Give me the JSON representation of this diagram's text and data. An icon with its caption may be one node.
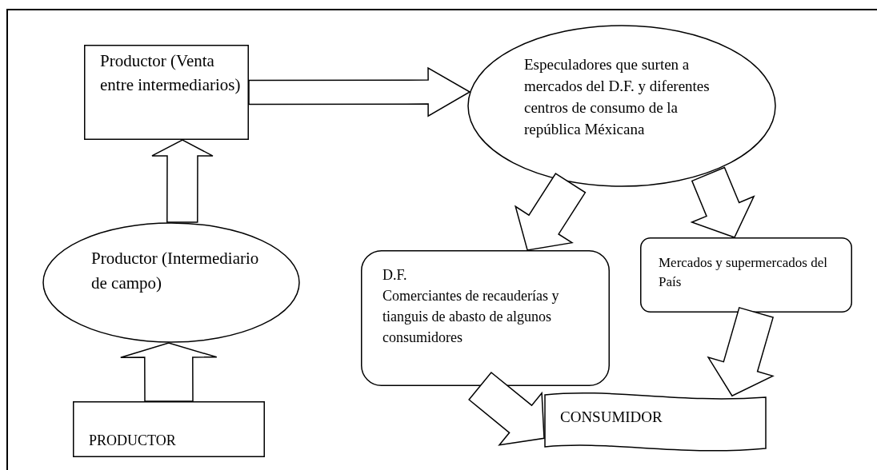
{
  "diagram": {
    "nodes": [
      {
        "text": [
          "Productor (Venta entre intermediarios)"
        ]
      },
      {
        "text": [
          "Especuladores que surten a mercados del D.F. y diferentes centros de consumo de la república Méxicana"
        ]
      },
      {
        "text": [
          "Productor (Intermediario de campo)"
        ]
      },
      {
        "text": [
          "D.F.",
          "Comerciantes de recauderías y tianguis de abasto de algunos consumidores"
        ]
      },
      {
        "text": [
          "Mercados y supermercados del País"
        ]
      },
      {
        "text": [
          "PRODUCTOR"
        ]
      },
      {
        "text": [
          "CONSUMIDOR"
        ]
      }
    ],
    "edges": [
      {
        "from": 0,
        "to": 1,
        "arrow": "to"
      },
      {
        "from": 2,
        "to": 0,
        "arrow": "to"
      },
      {
        "from": 5,
        "to": 2,
        "arrow": "to"
      },
      {
        "from": 1,
        "to": 3,
        "arrow": "to"
      },
      {
        "from": 1,
        "to": 4,
        "arrow": "to"
      },
      {
        "from": 3,
        "to": 6,
        "arrow": "to"
      },
      {
        "from": 4,
        "to": 6,
        "arrow": "to"
      }
    ]
  }
}
